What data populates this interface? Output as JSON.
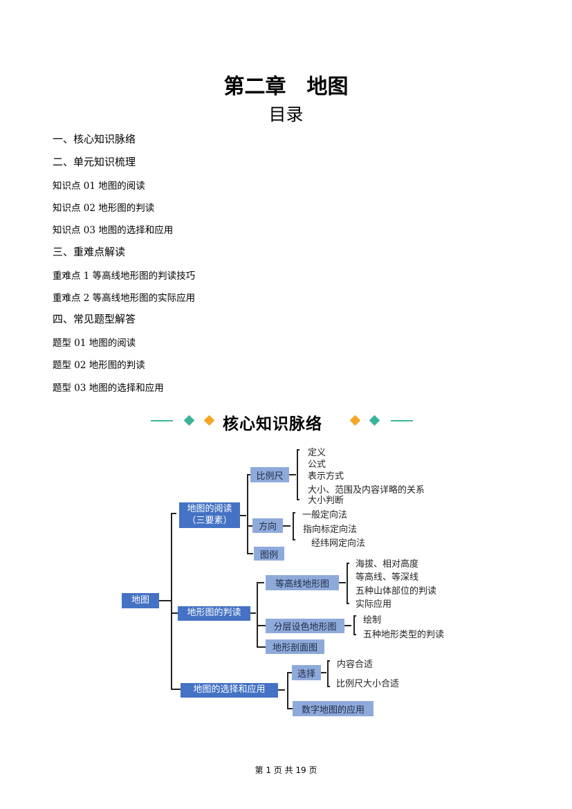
{
  "header": {
    "title": "第二章　地图",
    "subtitle": "目录"
  },
  "toc": [
    "一、核心知识脉络",
    "二、单元知识梳理",
    "知识点 01  地图的阅读",
    "知识点 02  地形图的判读",
    "知识点 03  地图的选择和应用",
    "三、重难点解读",
    "重难点 1  等高线地形图的判读技巧",
    "重难点 2  等高线地形图的实际应用",
    "四、常见题型解答",
    "题型 01  地图的阅读",
    "题型 02  地形图的判读",
    "题型 03  地图的选择和应用"
  ],
  "banner": {
    "title": "核心知识脉络",
    "colors": {
      "green": "#3bb39a",
      "orange": "#f5a623"
    }
  },
  "mindmap": {
    "root": "地图",
    "branches": [
      {
        "label": "地图的阅读\n（三要素）",
        "children": [
          {
            "label": "比例尺",
            "leaves": [
              "定义",
              "公式",
              "表示方式",
              "大小、范围及内容详略的关系",
              "大小判断"
            ]
          },
          {
            "label": "方向",
            "leaves": [
              "一般定向法",
              "指向标定向法",
              "经纬网定向法"
            ]
          },
          {
            "label": "图例",
            "leaves": []
          }
        ]
      },
      {
        "label": "地形图的判读",
        "children": [
          {
            "label": "等高线地形图",
            "leaves": [
              "海拔、相对高度",
              "等高线、等深线",
              "五种山体部位的判读",
              "实际应用"
            ]
          },
          {
            "label": "分层设色地形图",
            "leaves": [
              "绘制",
              "五种地形类型的判读"
            ]
          },
          {
            "label": "地形剖面图",
            "leaves": []
          }
        ]
      },
      {
        "label": "地图的选择和应用",
        "children": [
          {
            "label": "选择",
            "leaves": [
              "内容合适",
              "比例尺大小合适"
            ]
          },
          {
            "label": "数字地图的应用",
            "leaves": []
          }
        ]
      }
    ]
  },
  "footer": "第 1 页 共 19 页"
}
